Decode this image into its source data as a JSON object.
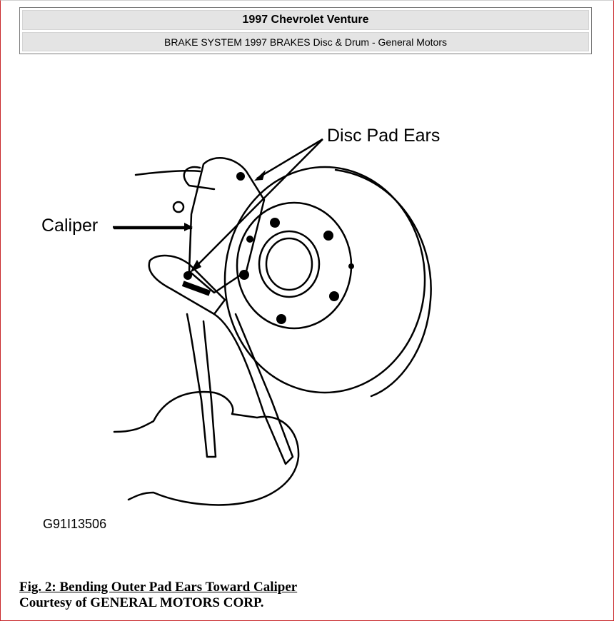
{
  "header": {
    "vehicle": "1997 Chevrolet Venture",
    "section": "BRAKE SYSTEM 1997 BRAKES Disc & Drum - General Motors"
  },
  "figure": {
    "labels": {
      "disc_pad_ears": "Disc Pad Ears",
      "caliper": "Caliper",
      "figure_code": "G91I13506"
    }
  },
  "caption": {
    "title": "Fig. 2: Bending Outer Pad Ears Toward Caliper",
    "credit": "Courtesy of GENERAL MOTORS CORP."
  },
  "colors": {
    "frame_accent": "#c8272b",
    "header_bg": "#e4e4e4"
  }
}
